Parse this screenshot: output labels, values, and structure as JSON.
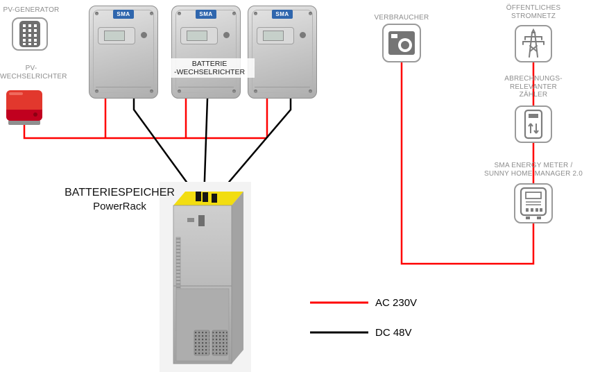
{
  "colors": {
    "ac_line": "#ff0000",
    "dc_line": "#000000",
    "label_gray": "#8d8d8d",
    "battery_top_yellow": "#f2dd11",
    "pv_inverter_red": "#e2382d",
    "sma_badge_blue": "#2f66ad"
  },
  "nodes": {
    "pv_generator": {
      "label": "PV-GENERATOR"
    },
    "pv_inverter": {
      "label_line1": "PV-",
      "label_line2": "WECHSELRICHTER"
    },
    "battery_inverters": {
      "label_line1": "BATTERIE",
      "label_line2": "-WECHSELRICHTER",
      "logo": "SMA"
    },
    "consumer": {
      "label": "VERBRAUCHER"
    },
    "public_grid": {
      "label_line1": "ÖFFENTLICHES",
      "label_line2": "STROMNETZ"
    },
    "billing_meter": {
      "label_line1": "ABRECHNUNGS-",
      "label_line2": "RELEVANTER",
      "label_line3": "ZÄHLER"
    },
    "energy_meter": {
      "label_line1": "SMA ENERGY METER /",
      "label_line2": "SUNNY HOME MANAGER 2.0"
    },
    "battery_storage": {
      "label_line1": "BATTERIESPEICHER",
      "label_line2": "PowerRack"
    }
  },
  "legend": {
    "ac_label": "AC 230V",
    "dc_label": "DC 48V"
  }
}
